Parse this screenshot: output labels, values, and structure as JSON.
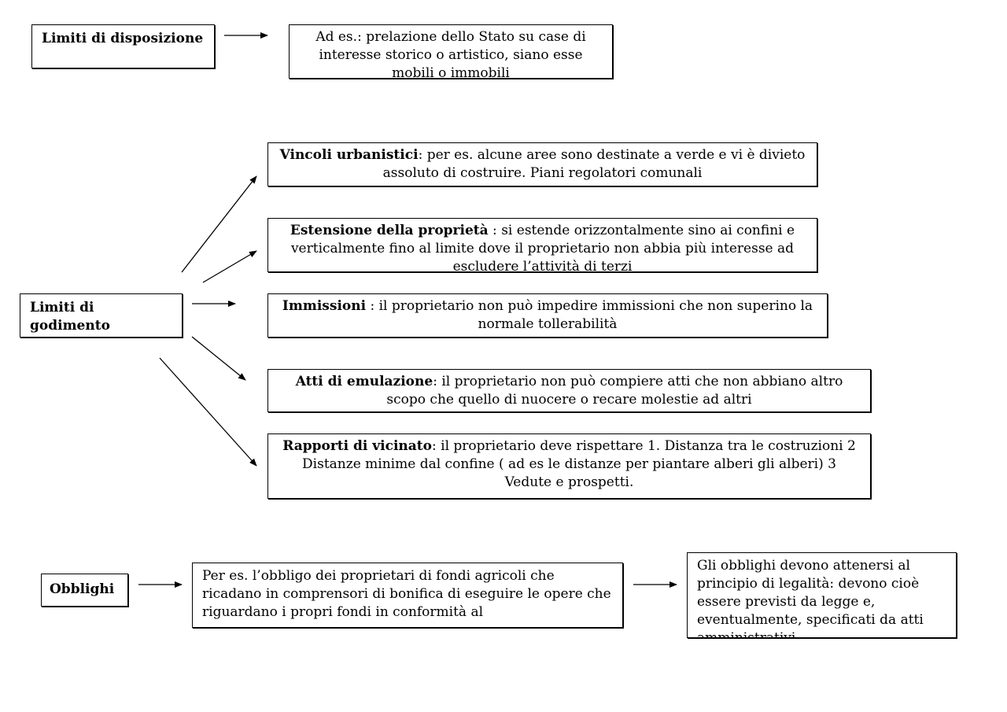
{
  "disposizione": {
    "label": "Limiti di disposizione",
    "example": "Ad es.: prelazione dello Stato su case di interesse storico o artistico, siano esse mobili o immobili"
  },
  "godimento": {
    "label": "Limiti di godimento",
    "items": [
      {
        "title": "Vincoli urbanistici",
        "text": ": per es. alcune aree sono destinate a verde e vi è divieto assoluto di costruire. Piani regolatori comunali"
      },
      {
        "title": "Estensione della proprietà",
        "text": " : si estende orizzontalmente sino ai confini e verticalmente fino al limite dove il proprietario non abbia più interesse ad escludere l’attività di terzi"
      },
      {
        "title": "Immissioni",
        "text": " : il proprietario non può impedire immissioni che non superino la normale tollerabilità"
      },
      {
        "title": "Atti di emulazione",
        "text": ": il proprietario non può compiere atti che non abbiano altro scopo che quello di nuocere o recare molestie ad altri"
      },
      {
        "title": "Rapporti di vicinato",
        "text": ": il proprietario deve rispettare 1. Distanza tra le costruzioni 2 Distanze minime dal confine ( ad es le distanze per piantare alberi gli alberi) 3 Vedute e prospetti."
      }
    ]
  },
  "obblighi": {
    "label": "Obblighi",
    "example": "Per es. l’obbligo dei proprietari di fondi agricoli che ricadano in comprensori di bonifica di eseguire le opere che riguardano i propri fondi in conformità al",
    "note": "Gli obblighi devono attenersi al principio di legalità: devono cioè essere previsti da legge e, eventualmente, specificati da atti amministrativi"
  }
}
